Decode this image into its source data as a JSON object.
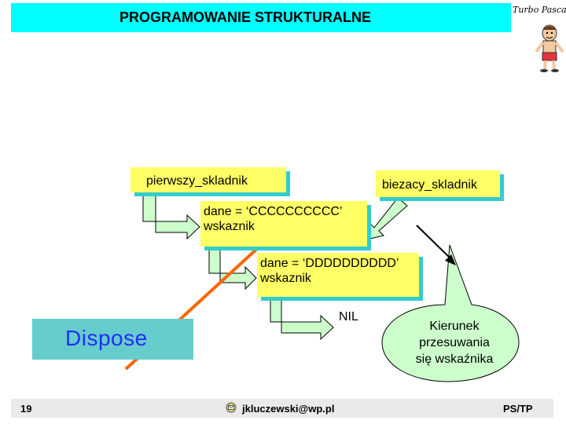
{
  "header": {
    "title": "PROGRAMOWANIE STRUKTURALNE",
    "logo_text": "Turbo Pascal"
  },
  "diagram": {
    "first_box": "pierwszy_skladnik",
    "current_box": "biezacy_skladnik",
    "node_c": {
      "data": "dane = ‘CCCCCCCCCC’",
      "pointer": "wskaznik"
    },
    "node_d": {
      "data": "dane = ‘DDDDDDDDDD’",
      "pointer": "wskaznik"
    },
    "nil_label": "NIL",
    "dispose_label": "Dispose",
    "callout": {
      "line1": "Kierunek",
      "line2": "przesuwania",
      "line3": "się wskaźnika"
    }
  },
  "footer": {
    "page_number": "19",
    "email": "jkluczewski@wp.pl",
    "code": "PS/TP"
  },
  "colors": {
    "header_bg": "#00ffff",
    "box_fill": "#ffff66",
    "shadow": "#33cccc",
    "dispose_bg": "#66cccc",
    "dispose_text": "#1f2dff",
    "arrow_fill": "#ccffcc",
    "callout_fill": "#ccffcc",
    "orange_arrow": "#ff6600"
  },
  "icons": [
    "mascot-icon",
    "mail-icon"
  ]
}
